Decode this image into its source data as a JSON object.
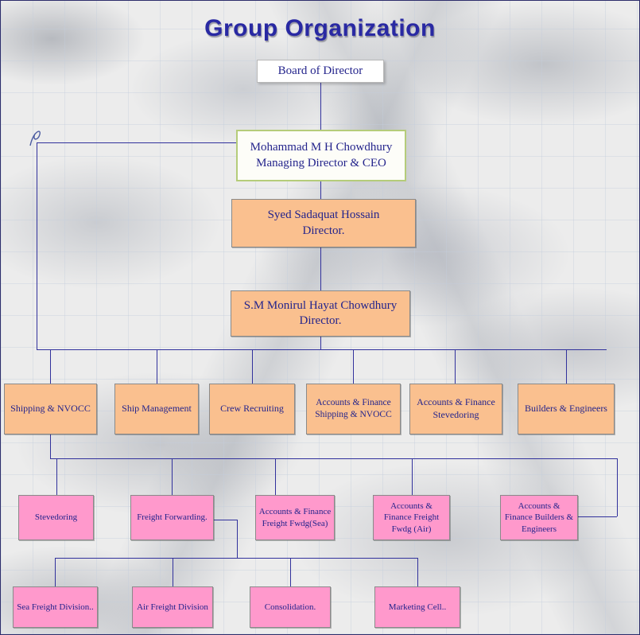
{
  "title": "Group Organization",
  "org": {
    "board": "Board of Director",
    "ceo": [
      "Mohammad M H Chowdhury",
      "Managing Director & CEO"
    ],
    "director1": [
      "Syed Sadaquat Hossain",
      "Director."
    ],
    "director2": [
      "S.M Monirul Hayat Chowdhury",
      "Director."
    ],
    "level2": [
      "Shipping & NVOCC",
      "Ship Management",
      "Crew Recruiting",
      "Accounts & Finance Shipping & NVOCC",
      "Accounts & Finance Stevedoring",
      "Builders & Engineers"
    ],
    "level3": [
      "Stevedoring",
      "Freight Forwarding.",
      "Accounts & Finance Freight Fwdg(Sea)",
      "Accounts & Finance Freight Fwdg (Air)",
      "Accounts & Finance Builders & Engineers"
    ],
    "level4": [
      "Sea Freight Division..",
      "Air Freight Division",
      "Consolidation.",
      "Marketing Cell.."
    ]
  },
  "colors": {
    "title_text": "#2929A3",
    "box_text": "#24248C",
    "orange_fill": "#FAC08F",
    "pink_fill": "#FF99CC",
    "white_fill": "#FFFFFF",
    "ceo_border": "#B5CC7A",
    "connector": "#31319C"
  }
}
